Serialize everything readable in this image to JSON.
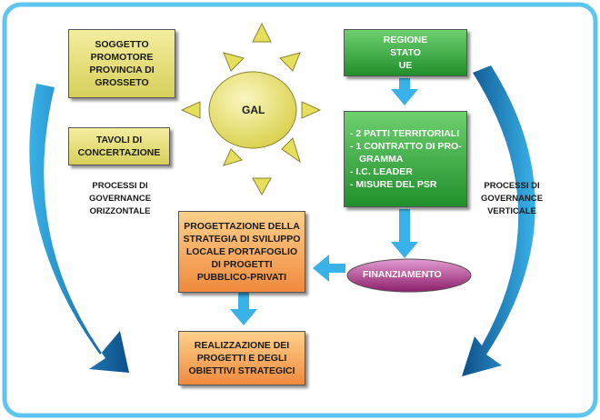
{
  "nodes": {
    "soggetto": [
      "SOGGETTO",
      "PROMOTORE",
      "PROVINCIA DI",
      "GROSSETO"
    ],
    "tavoli": [
      "TAVOLI DI",
      "CONCERTAZIONE"
    ],
    "gal": "GAL",
    "regione": [
      "REGIONE",
      "STATO",
      "UE"
    ],
    "strumenti": [
      "- 2 PATTI TERRITORIALI",
      "- 1 CONTRATTO DI PRO-",
      "GRAMMA",
      "- I.C. LEADER",
      "- MISURE DEL PSR"
    ],
    "progettazione": [
      "PROGETTAZIONE DELLA",
      "STRATEGIA DI SVILUPPO",
      "LOCALE PORTAFOGLIO",
      "DI PROGETTI",
      "PUBBLICO-PRIVATI"
    ],
    "finanziamento": "FINANZIAMENTO",
    "realizzazione": [
      "REALIZZAZIONE DEI",
      "PROGETTI E DEGLI",
      "OBIETTIVI STRATEGICI"
    ]
  },
  "labels": {
    "orizzontale": [
      "PROCESSI DI",
      "GOVERNANCE",
      "ORIZZONTALE"
    ],
    "verticale": [
      "PROCESSI DI",
      "GOVERNANCE",
      "VERTICALE"
    ]
  },
  "colors": {
    "border_blue": "#5ec6ee",
    "arrow_dark": "#0d4f8a",
    "arrow_light": "#38b2e8",
    "sun": "#e6df5c",
    "box_yellow": "#e6de7a",
    "box_green": "#2f9e3a",
    "box_orange": "#f39a4e",
    "ellipse_purple": "#b7388a"
  }
}
